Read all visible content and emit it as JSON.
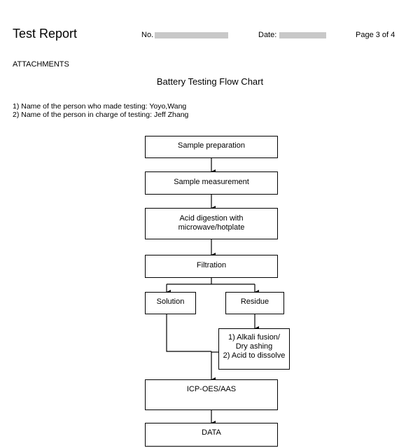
{
  "header": {
    "title": "Test Report",
    "no_label": "No.",
    "date_label": "Date:",
    "page": "Page 3 of 4"
  },
  "section_label": "ATTACHMENTS",
  "chart_title": "Battery Testing Flow Chart",
  "people": [
    "1) Name of the person who made testing: Yoyo,Wang",
    "2) Name of the person in charge of testing: Jeff Zhang"
  ],
  "flow": {
    "sample_preparation": "Sample preparation",
    "sample_measurement": "Sample measurement",
    "acid_digestion": [
      "Acid digestion with",
      "microwave/hotplate"
    ],
    "filtration": "Filtration",
    "solution": "Solution",
    "residue": "Residue",
    "residue_treatment": [
      "1) Alkali fusion/",
      "Dry ashing",
      "2) Acid to dissolve"
    ],
    "icp": "ICP-OES/AAS",
    "data": "DATA"
  }
}
